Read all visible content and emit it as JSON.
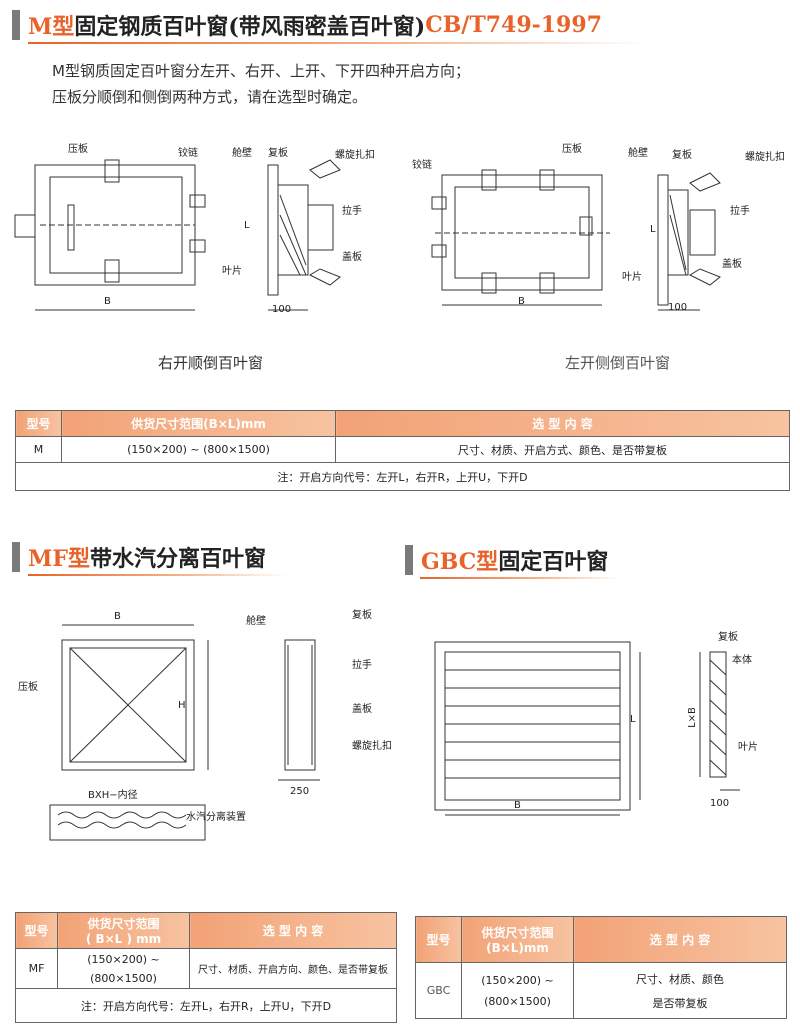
{
  "section_m": {
    "title_prefix": "M型",
    "title_main": "固定钢质百叶窗(带风雨密盖百叶窗)",
    "title_std": "CB/T749-1997",
    "desc": [
      "M型钢质固定百叶窗分左开、右开、上开、下开四种开启方向；",
      "压板分顺倒和侧倒两种方式，请在选型时确定。"
    ],
    "labels": {
      "yaban": "压板",
      "jiaolian": "铰链",
      "cangbi": "舱壁",
      "fuban": "复板",
      "luoxuan": "螺旋扎扣",
      "lashou": "拉手",
      "gaiban": "盖板",
      "yepian": "叶片",
      "B": "B",
      "L": "L",
      "dim100": "100"
    },
    "captions": [
      "右开顺倒百叶窗",
      "左开侧倒百叶窗"
    ],
    "table": {
      "headers": [
        "型号",
        "供货尺寸范围(B×L)mm",
        "选 型 内 容"
      ],
      "row": [
        "M",
        "(150×200) ~ (800×1500)",
        "尺寸、材质、开启方式、颜色、是否带复板"
      ],
      "note": "注：开启方向代号：左开L，右开R，上开U，下开D"
    }
  },
  "section_mf": {
    "title_prefix": "MF型",
    "title_main": "带水汽分离百叶窗",
    "labels": {
      "B": "B",
      "H": "H",
      "yaban": "压板",
      "inner": "BXH−内径",
      "separator": "水汽分离装置",
      "cangbi": "舱壁",
      "fuban": "复板",
      "lashou": "拉手",
      "gaiban": "盖板",
      "luoxuan": "螺旋扎扣",
      "dim250": "250"
    },
    "table": {
      "headers": [
        "型号",
        "供货尺寸范围",
        "( B×L ) mm",
        "选 型 内 容"
      ],
      "row": [
        "MF",
        "(150×200) ~",
        "(800×1500)",
        "尺寸、材质、开启方向、颜色、是否带复板"
      ],
      "note": "注：开启方向代号：左开L，右开R，上开U，下开D"
    }
  },
  "section_gbc": {
    "title_prefix": "GBC型",
    "title_main": "固定百叶窗",
    "labels": {
      "L": "L",
      "B": "B",
      "LB": "L×B",
      "fuban": "复板",
      "benti": "本体",
      "yepian": "叶片",
      "dim100": "100"
    },
    "table": {
      "headers": [
        "型号",
        "供货尺寸范围",
        "(B×L)mm",
        "选 型 内 容"
      ],
      "row": [
        "GBC",
        "(150×200) ~",
        "(800×1500)",
        "尺寸、材质、颜色",
        "是否带复板"
      ]
    }
  }
}
